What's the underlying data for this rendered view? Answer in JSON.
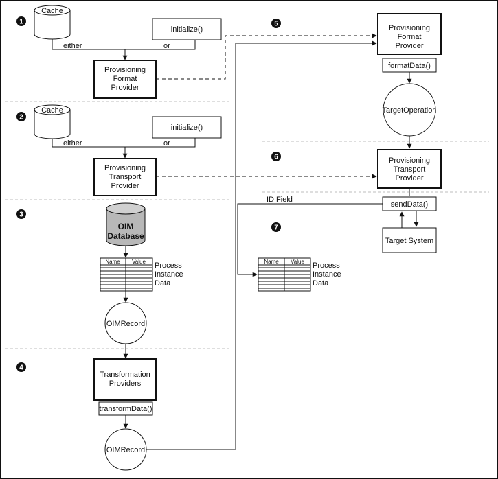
{
  "steps": [
    "1",
    "2",
    "3",
    "4",
    "5",
    "6",
    "7"
  ],
  "labels": {
    "cache": "Cache",
    "initialize": "initialize()",
    "either": "either",
    "or": "or",
    "provisioning": "Provisioning",
    "format": "Format",
    "transport": "Transport",
    "provider": "Provider",
    "oim": "OIM",
    "database": "Database",
    "name": "Name",
    "value": "Value",
    "process": "Process",
    "instance": "Instance",
    "data_word": "Data",
    "oim_record": "OIMRecord",
    "transformation": "Transformation",
    "providers": "Providers",
    "transform_data": "transformData()",
    "format_data": "formatData()",
    "target_operation": "TargetOperation",
    "send_data": "sendData()",
    "target_system": "Target System",
    "id_field": "ID Field"
  },
  "colors": {
    "line": "#111111",
    "separator": "#bdbdbd",
    "database_fill": "#b8b8b8",
    "cache_fill": "#ffffff"
  }
}
